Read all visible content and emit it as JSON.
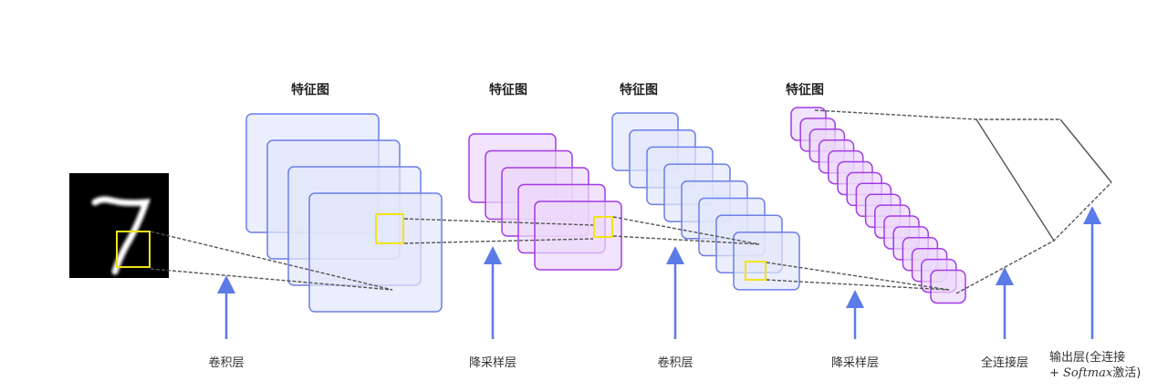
{
  "feature_map_label": "特征图",
  "layers": [
    {
      "label": "卷积层",
      "maps": 4,
      "color": "#6b7fe8",
      "fill": "#e3e7fb"
    },
    {
      "label": "降采样层",
      "maps": 5,
      "color": "#a23be6",
      "fill": "#ecd9fb"
    },
    {
      "label": "卷积层",
      "maps": 8,
      "color": "#6b7fe8",
      "fill": "#e3e7fb"
    },
    {
      "label": "降采样层",
      "maps": 16,
      "color": "#a23be6",
      "fill": "#ecd9fb"
    },
    {
      "label": "全连接层"
    },
    {
      "label": "输出层(全连接",
      "label_line2_prefix": "+ ",
      "label_line2_italic": "Softmax",
      "label_line2_suffix": "激活)"
    }
  ],
  "input_digit": "7",
  "colors": {
    "arrow": "#5b7be8",
    "window": "#f2e21a",
    "dash": "#555555"
  }
}
